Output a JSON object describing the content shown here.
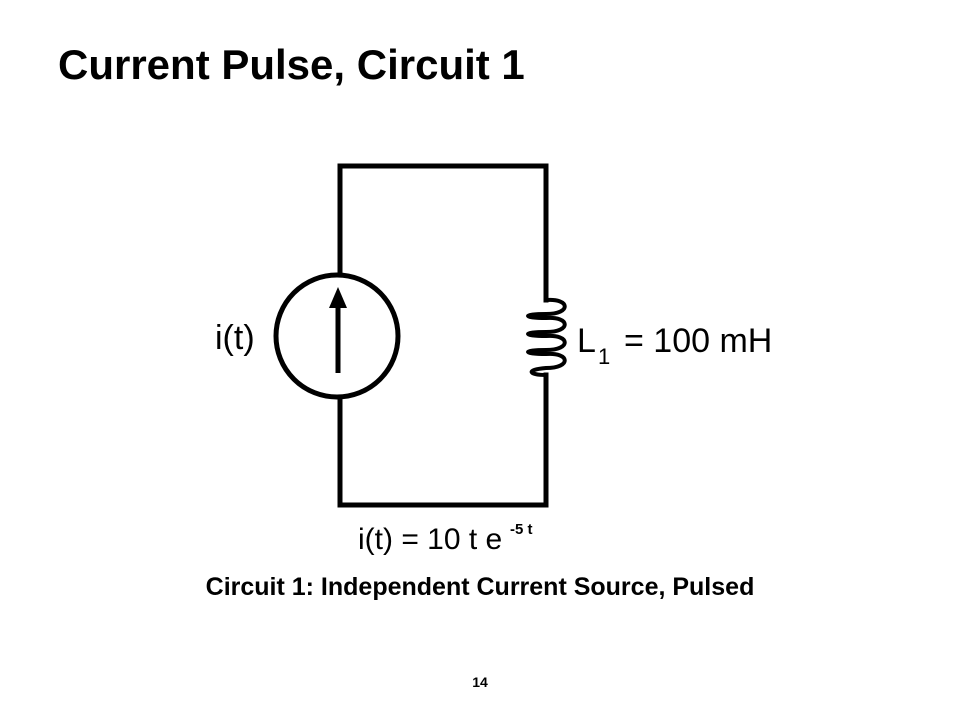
{
  "slide": {
    "title": "Current Pulse, Circuit 1",
    "caption": "Circuit 1: Independent Current Source, Pulsed",
    "page_number": "14"
  },
  "circuit": {
    "source_label": "i(t)",
    "inductor_label_main": "L",
    "inductor_label_sub": "1",
    "inductor_label_value": "= 100 mH",
    "equation_main": "i(t) = 10 t e",
    "equation_exponent": "-5 t",
    "components": [
      "current-source",
      "inductor"
    ]
  }
}
